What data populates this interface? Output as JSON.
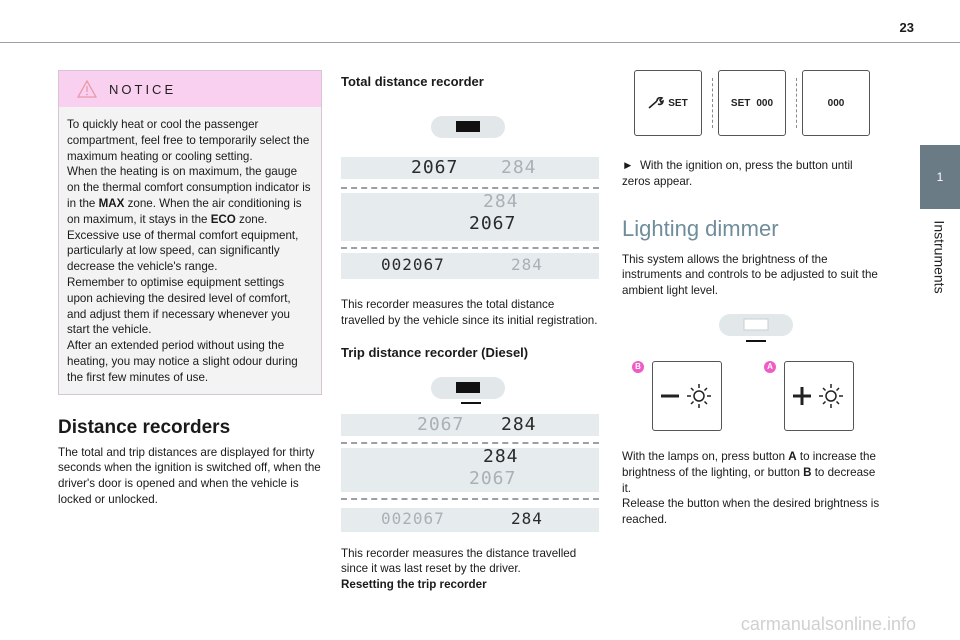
{
  "page": {
    "number": "23"
  },
  "sidebar": {
    "tab_number": "1",
    "section_label": "Instruments"
  },
  "notice": {
    "title": "NOTICE",
    "paragraphs": [
      [
        "To quickly heat or cool the passenger compartment, feel free to temporarily select the maximum heating or cooling setting."
      ],
      [
        "When the heating is on maximum, the gauge on the thermal comfort consumption indicator is in the ",
        "MAX",
        " zone. When the air conditioning is on maximum, it stays in the ",
        "ECO",
        " zone."
      ],
      [
        "Excessive use of thermal comfort equipment, particularly at low speed, can significantly decrease the vehicle's range."
      ],
      [
        "Remember to optimise equipment settings upon achieving the desired level of comfort, and adjust them if necessary whenever you start the vehicle."
      ],
      [
        "After an extended period without using the heating, you may notice a slight odour during the first few minutes of use."
      ]
    ]
  },
  "distance_recorders": {
    "heading": "Distance recorders",
    "text": "The total and trip distances are displayed for thirty seconds when the ignition is switched off, when the driver's door is opened and when the vehicle is locked or unlocked."
  },
  "total_recorder": {
    "heading": "Total distance recorder",
    "display": {
      "total_short": "2067",
      "trip": "284",
      "total_full": "002067"
    },
    "text": "This recorder measures the total distance travelled by the vehicle since its initial registration."
  },
  "trip_recorder": {
    "heading": "Trip distance recorder (Diesel)",
    "display": {
      "total_short": "2067",
      "trip": "284",
      "total_full": "002067"
    },
    "text": "This recorder measures the distance travelled since it was last reset by the driver.",
    "reset_heading": "Resetting the trip recorder"
  },
  "reset_buttons": {
    "set_label": "SET",
    "zeros": "000"
  },
  "reset_instruction": {
    "marker": "►",
    "text": "With the ignition on, press the button until zeros appear."
  },
  "lighting_dimmer": {
    "heading": "Lighting dimmer",
    "intro": "This system allows the brightness of the instruments and controls to be adjusted to suit the ambient light level.",
    "button_b": "B",
    "button_a": "A",
    "instruction_parts": [
      "With the lamps on, press button ",
      "A",
      " to increase the brightness of the lighting, or button ",
      "B",
      " to decrease it."
    ],
    "release_text": "Release the button when the desired brightness is reached."
  },
  "watermark": "carmanualsonline.info",
  "colors": {
    "notice_header": "#f9d0ef",
    "side_tab": "#6b7b86",
    "heading_dimmer": "#6f8d9a",
    "marker": "#f05bc4",
    "lcd_bg": "#e6ebee"
  }
}
